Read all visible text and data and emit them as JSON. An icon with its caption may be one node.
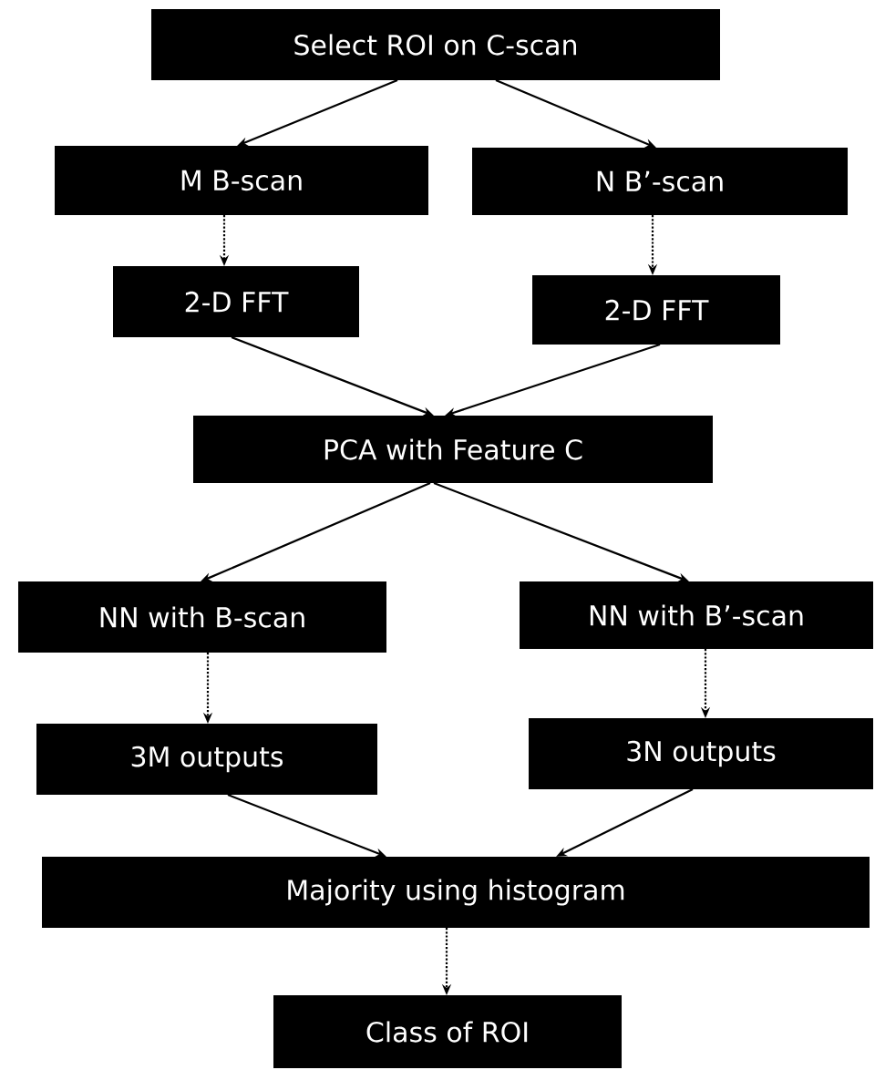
{
  "diagram": {
    "nodes": [
      {
        "text": [
          "Select ROI on C-scan"
        ]
      },
      {
        "text": [
          "M B-scan"
        ]
      },
      {
        "text": [
          "N B’-scan"
        ]
      },
      {
        "text": [
          "2-D FFT"
        ]
      },
      {
        "text": [
          "2-D FFT"
        ]
      },
      {
        "text": [
          "PCA with Feature C"
        ]
      },
      {
        "text": [
          "NN with B-scan"
        ]
      },
      {
        "text": [
          "NN with B’-scan"
        ]
      },
      {
        "text": [
          "3M outputs"
        ]
      },
      {
        "text": [
          "3N outputs"
        ]
      },
      {
        "text": [
          "Majority using histogram"
        ]
      },
      {
        "text": [
          "Class of ROI"
        ]
      }
    ],
    "edges": [
      {
        "from": 0,
        "to": 1,
        "arrow": "to"
      },
      {
        "from": 0,
        "to": 2,
        "arrow": "to"
      },
      {
        "from": 1,
        "to": 3,
        "arrow": "to",
        "style": "dashed"
      },
      {
        "from": 2,
        "to": 4,
        "arrow": "to",
        "style": "dashed"
      },
      {
        "from": 3,
        "to": 5,
        "arrow": "to"
      },
      {
        "from": 4,
        "to": 5,
        "arrow": "to"
      },
      {
        "from": 5,
        "to": 6,
        "arrow": "to"
      },
      {
        "from": 5,
        "to": 7,
        "arrow": "to"
      },
      {
        "from": 6,
        "to": 8,
        "arrow": "to",
        "style": "dashed"
      },
      {
        "from": 7,
        "to": 9,
        "arrow": "to",
        "style": "dashed"
      },
      {
        "from": 8,
        "to": 10,
        "arrow": "to"
      },
      {
        "from": 9,
        "to": 10,
        "arrow": "to"
      },
      {
        "from": 10,
        "to": 11,
        "arrow": "to",
        "style": "dashed"
      }
    ]
  }
}
